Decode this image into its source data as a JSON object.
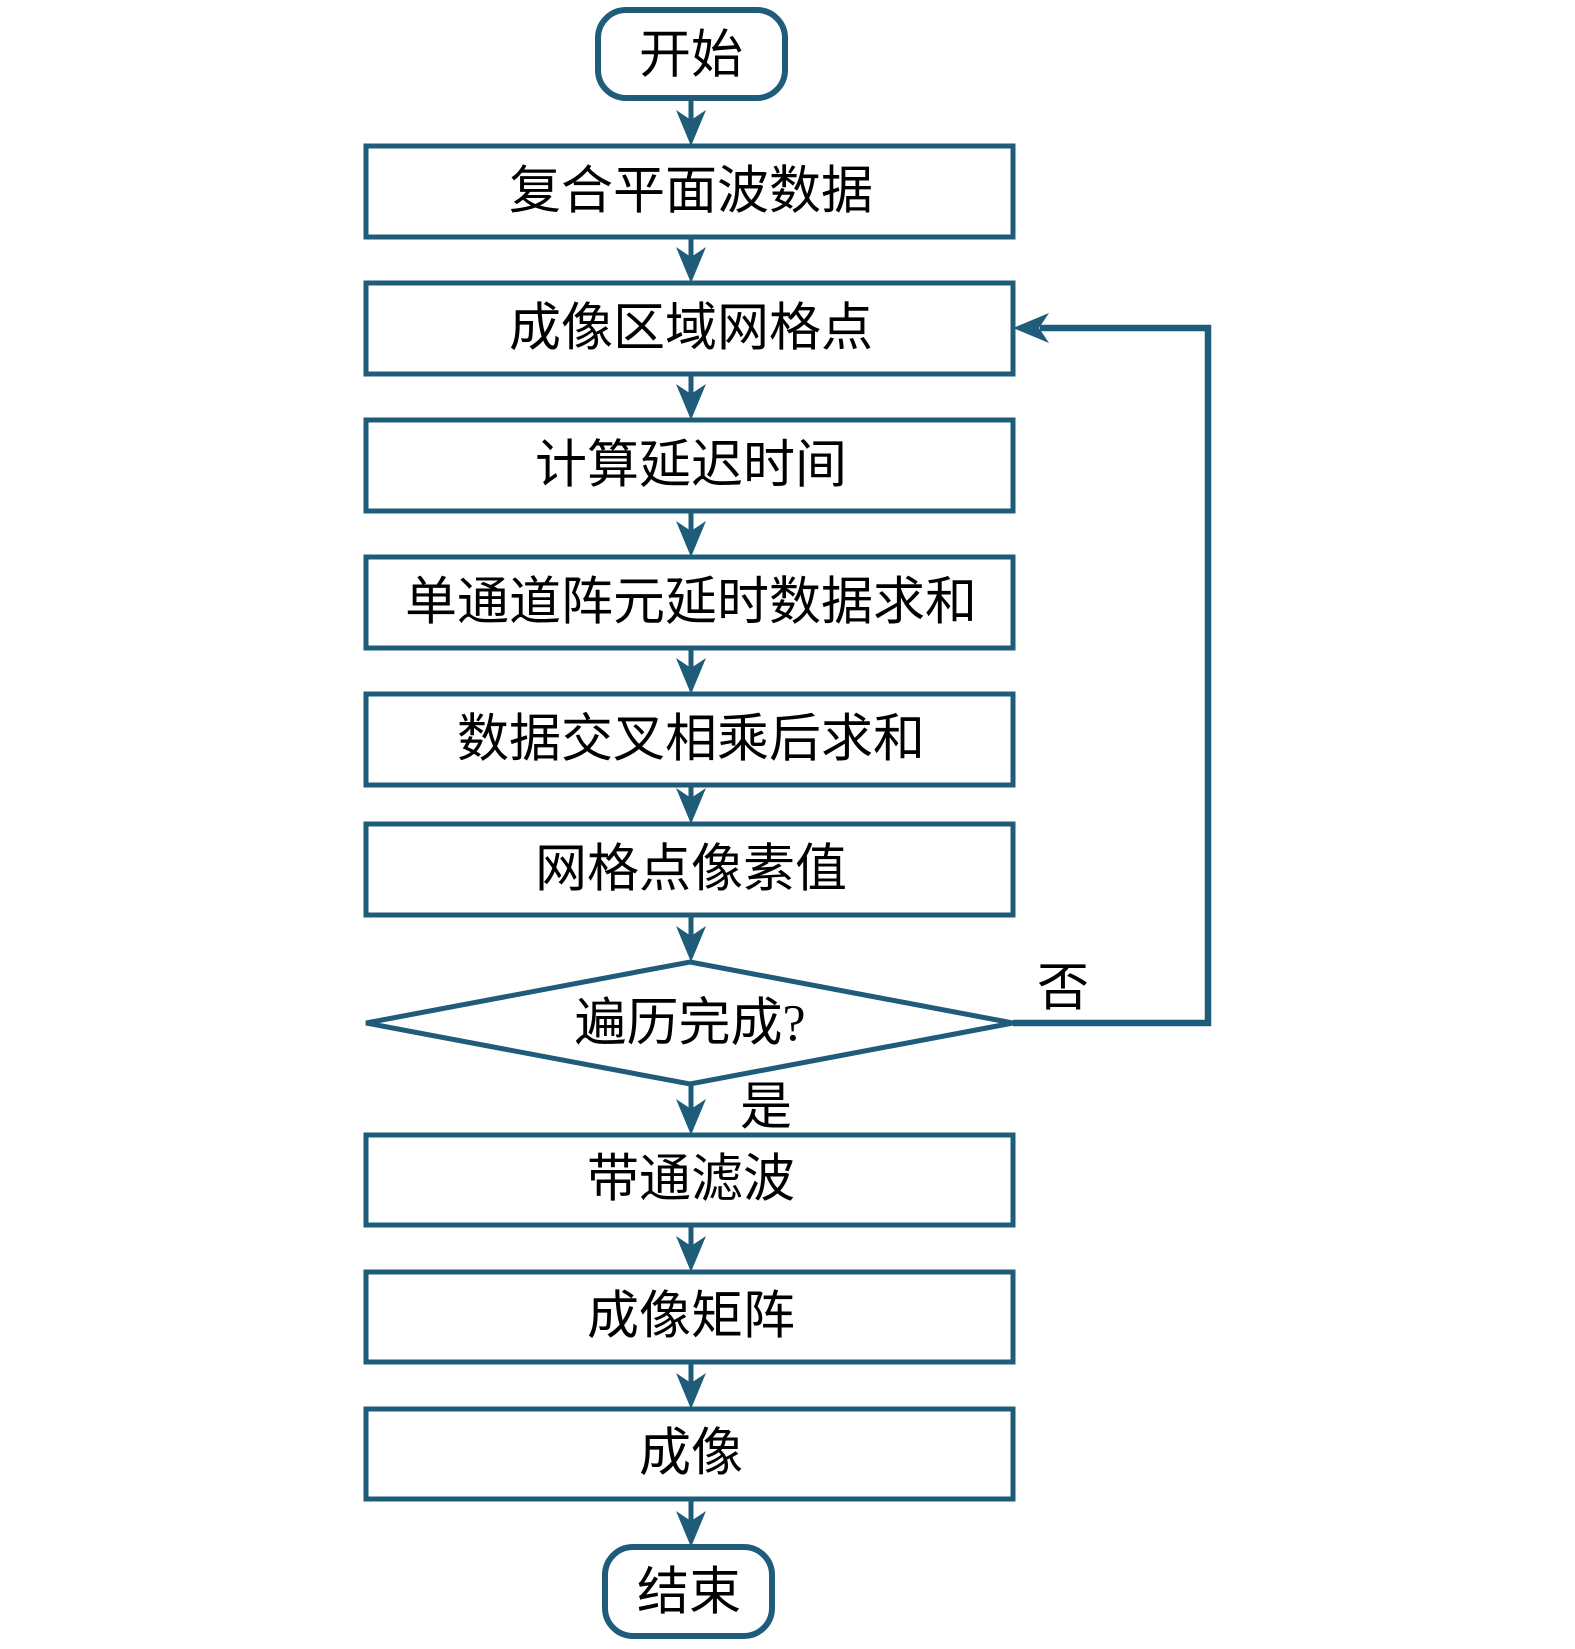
{
  "flowchart": {
    "nodes": {
      "start": {
        "type": "terminator",
        "label": "开始"
      },
      "composite_plane_wave": {
        "type": "process",
        "label": "复合平面波数据"
      },
      "imaging_grid_points": {
        "type": "process",
        "label": "成像区域网格点"
      },
      "calc_delay_time": {
        "type": "process",
        "label": "计算延迟时间"
      },
      "single_channel_sum": {
        "type": "process",
        "label": "单通道阵元延时数据求和"
      },
      "cross_multiply_sum": {
        "type": "process",
        "label": "数据交叉相乘后求和"
      },
      "grid_pixel_value": {
        "type": "process",
        "label": "网格点像素值"
      },
      "traversal_complete": {
        "type": "decision",
        "label": "遍历完成?"
      },
      "bandpass_filter": {
        "type": "process",
        "label": "带通滤波"
      },
      "imaging_matrix": {
        "type": "process",
        "label": "成像矩阵"
      },
      "imaging": {
        "type": "process",
        "label": "成像"
      },
      "end": {
        "type": "terminator",
        "label": "结束"
      }
    },
    "edge_labels": {
      "no": "否",
      "yes": "是"
    },
    "colors": {
      "stroke": "#1E5C7A",
      "text": "#000000",
      "background": "#FFFFFF"
    }
  }
}
